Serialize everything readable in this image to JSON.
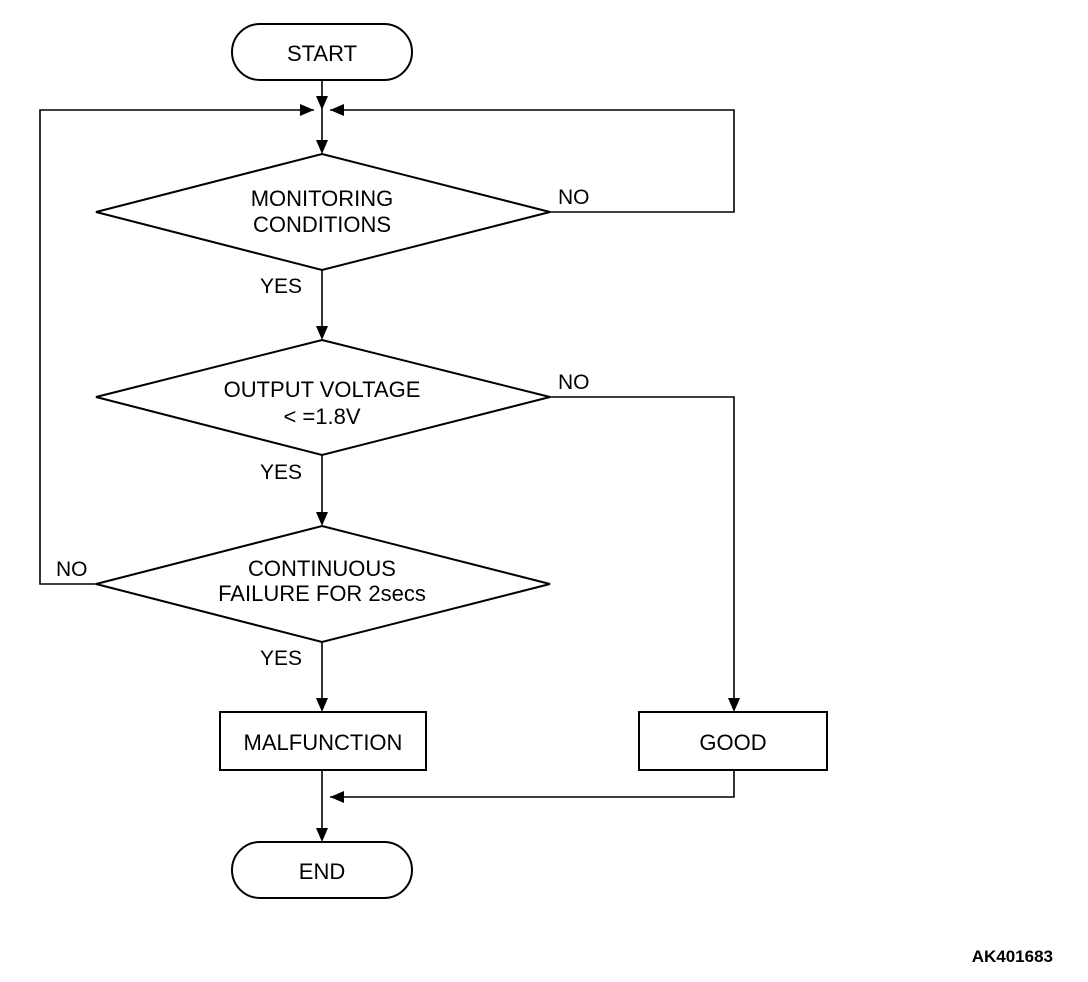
{
  "start": "START",
  "end": "END",
  "decisions": [
    {
      "line1": "MONITORING",
      "line2": "CONDITIONS"
    },
    {
      "line1": "OUTPUT VOLTAGE",
      "line2": "< =1.8V"
    },
    {
      "line1": "CONTINUOUS",
      "line2": "FAILURE FOR 2secs"
    }
  ],
  "labels": {
    "yes": "YES",
    "no": "NO"
  },
  "outcomes": {
    "malfunction": "MALFUNCTION",
    "good": "GOOD"
  },
  "figure_id": "AK401683"
}
